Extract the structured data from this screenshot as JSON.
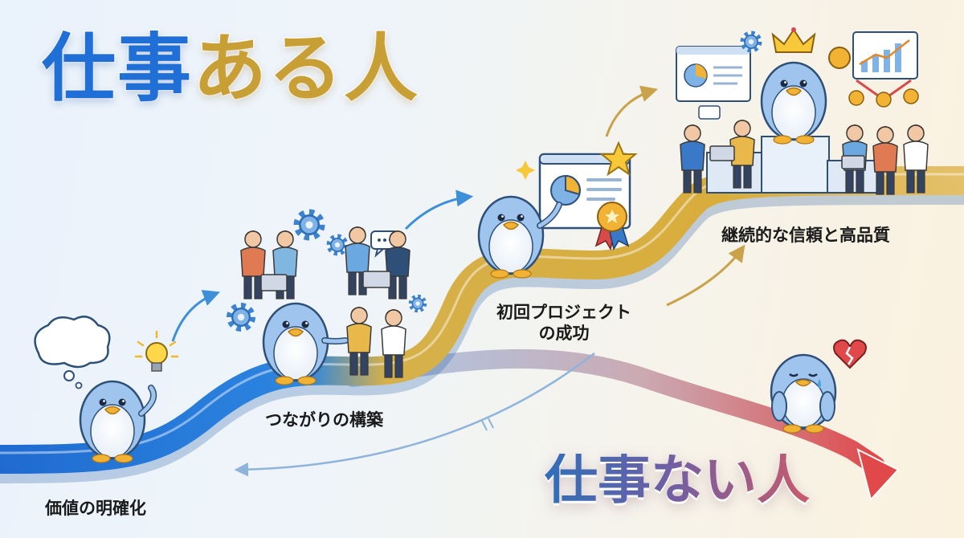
{
  "title": {
    "positive_part1": "仕事",
    "positive_part2": "ある人",
    "negative": "仕事ない人"
  },
  "steps": [
    {
      "label": "価値の明確化"
    },
    {
      "label": "つながりの構築"
    },
    {
      "label": "初回プロジェクト",
      "label_line2": "の成功"
    },
    {
      "label": "継続的な信頼と高品質"
    }
  ],
  "colors": {
    "title_blue": "#1f6fd6",
    "title_gold": "#c79f35",
    "path_blue": "#2d7ad6",
    "path_gold": "#d8ad3c",
    "path_red": "#e0484a",
    "penguin": "#9fc5ee",
    "arrow_blue": "#3d8fd8",
    "arrow_gold": "#c9a24a"
  },
  "icons": [
    "thought-bubble-icon",
    "lightbulb-icon",
    "gear-icon",
    "chat-bubble-icon",
    "star-icon",
    "award-ribbon-icon",
    "pie-chart-icon",
    "crown-icon",
    "medal-icon",
    "broken-heart-icon",
    "tear-icon"
  ]
}
